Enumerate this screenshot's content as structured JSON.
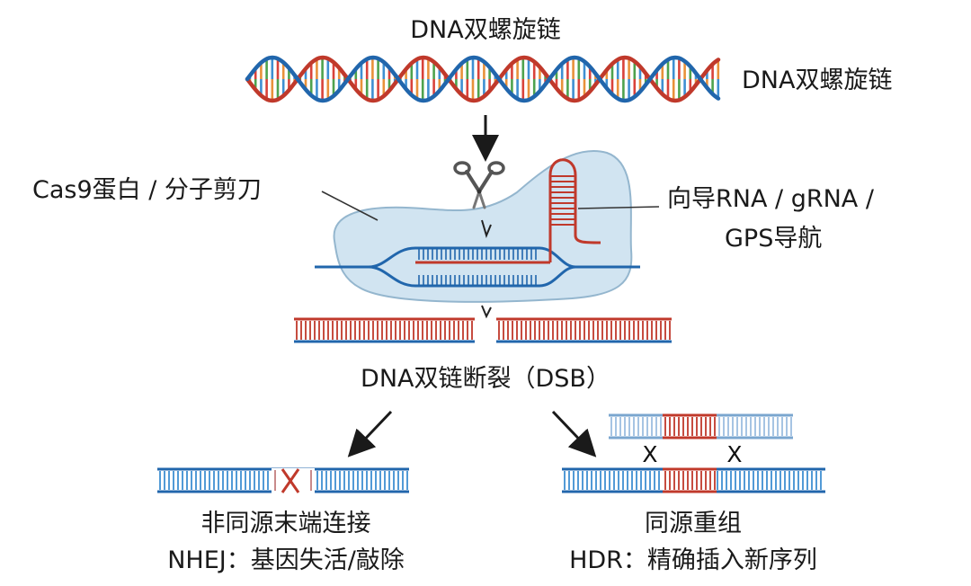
{
  "labels": {
    "helix_title": "DNA双螺旋链",
    "helix_side": "DNA双螺旋链",
    "cas9": "Cas9蛋白 / 分子剪刀",
    "grna_line1": "向导RNA / gRNA /",
    "grna_line2": "GPS导航",
    "dsb": "DNA双链断裂（DSB）",
    "nhej_line1": "非同源末端连接",
    "nhej_line2": "NHEJ：基因失活/敲除",
    "hdr_line1": "同源重组",
    "hdr_line2": "HDR：精确插入新序列",
    "cross_mark": "X"
  },
  "icons": [
    "down-arrow-icon",
    "scissors-icon",
    "cut-marker-icon"
  ],
  "colors": {
    "strand_red": "#c0392b",
    "strand_blue": "#2166ac",
    "rung_orange": "#e8913a",
    "rung_green": "#4ea24e",
    "rung_blue": "#3f8fd2",
    "rung_red": "#d9423a",
    "protein_fill": "#cfe3f1",
    "protein_stroke": "#8fb3cc"
  }
}
